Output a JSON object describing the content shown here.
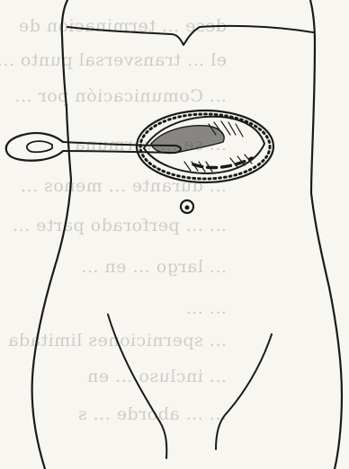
{
  "illustration": {
    "subject": "abdomen-drainage-sketch",
    "ink_color": "#1a1a1a",
    "paper_color": "#f8f6f1"
  },
  "bleed_through_text": [
    "dese ... terminación de",
    "el ... transversal punto ...",
    "... Comunicación por ...",
    "... se ... vermuna",
    "... durante ... menos ...",
    "... ... perforado parte ...",
    "... largo ... en ...",
    "... ...",
    "... sperniciones limitada",
    "... incluso ... en",
    "... ... aborde ... s"
  ]
}
